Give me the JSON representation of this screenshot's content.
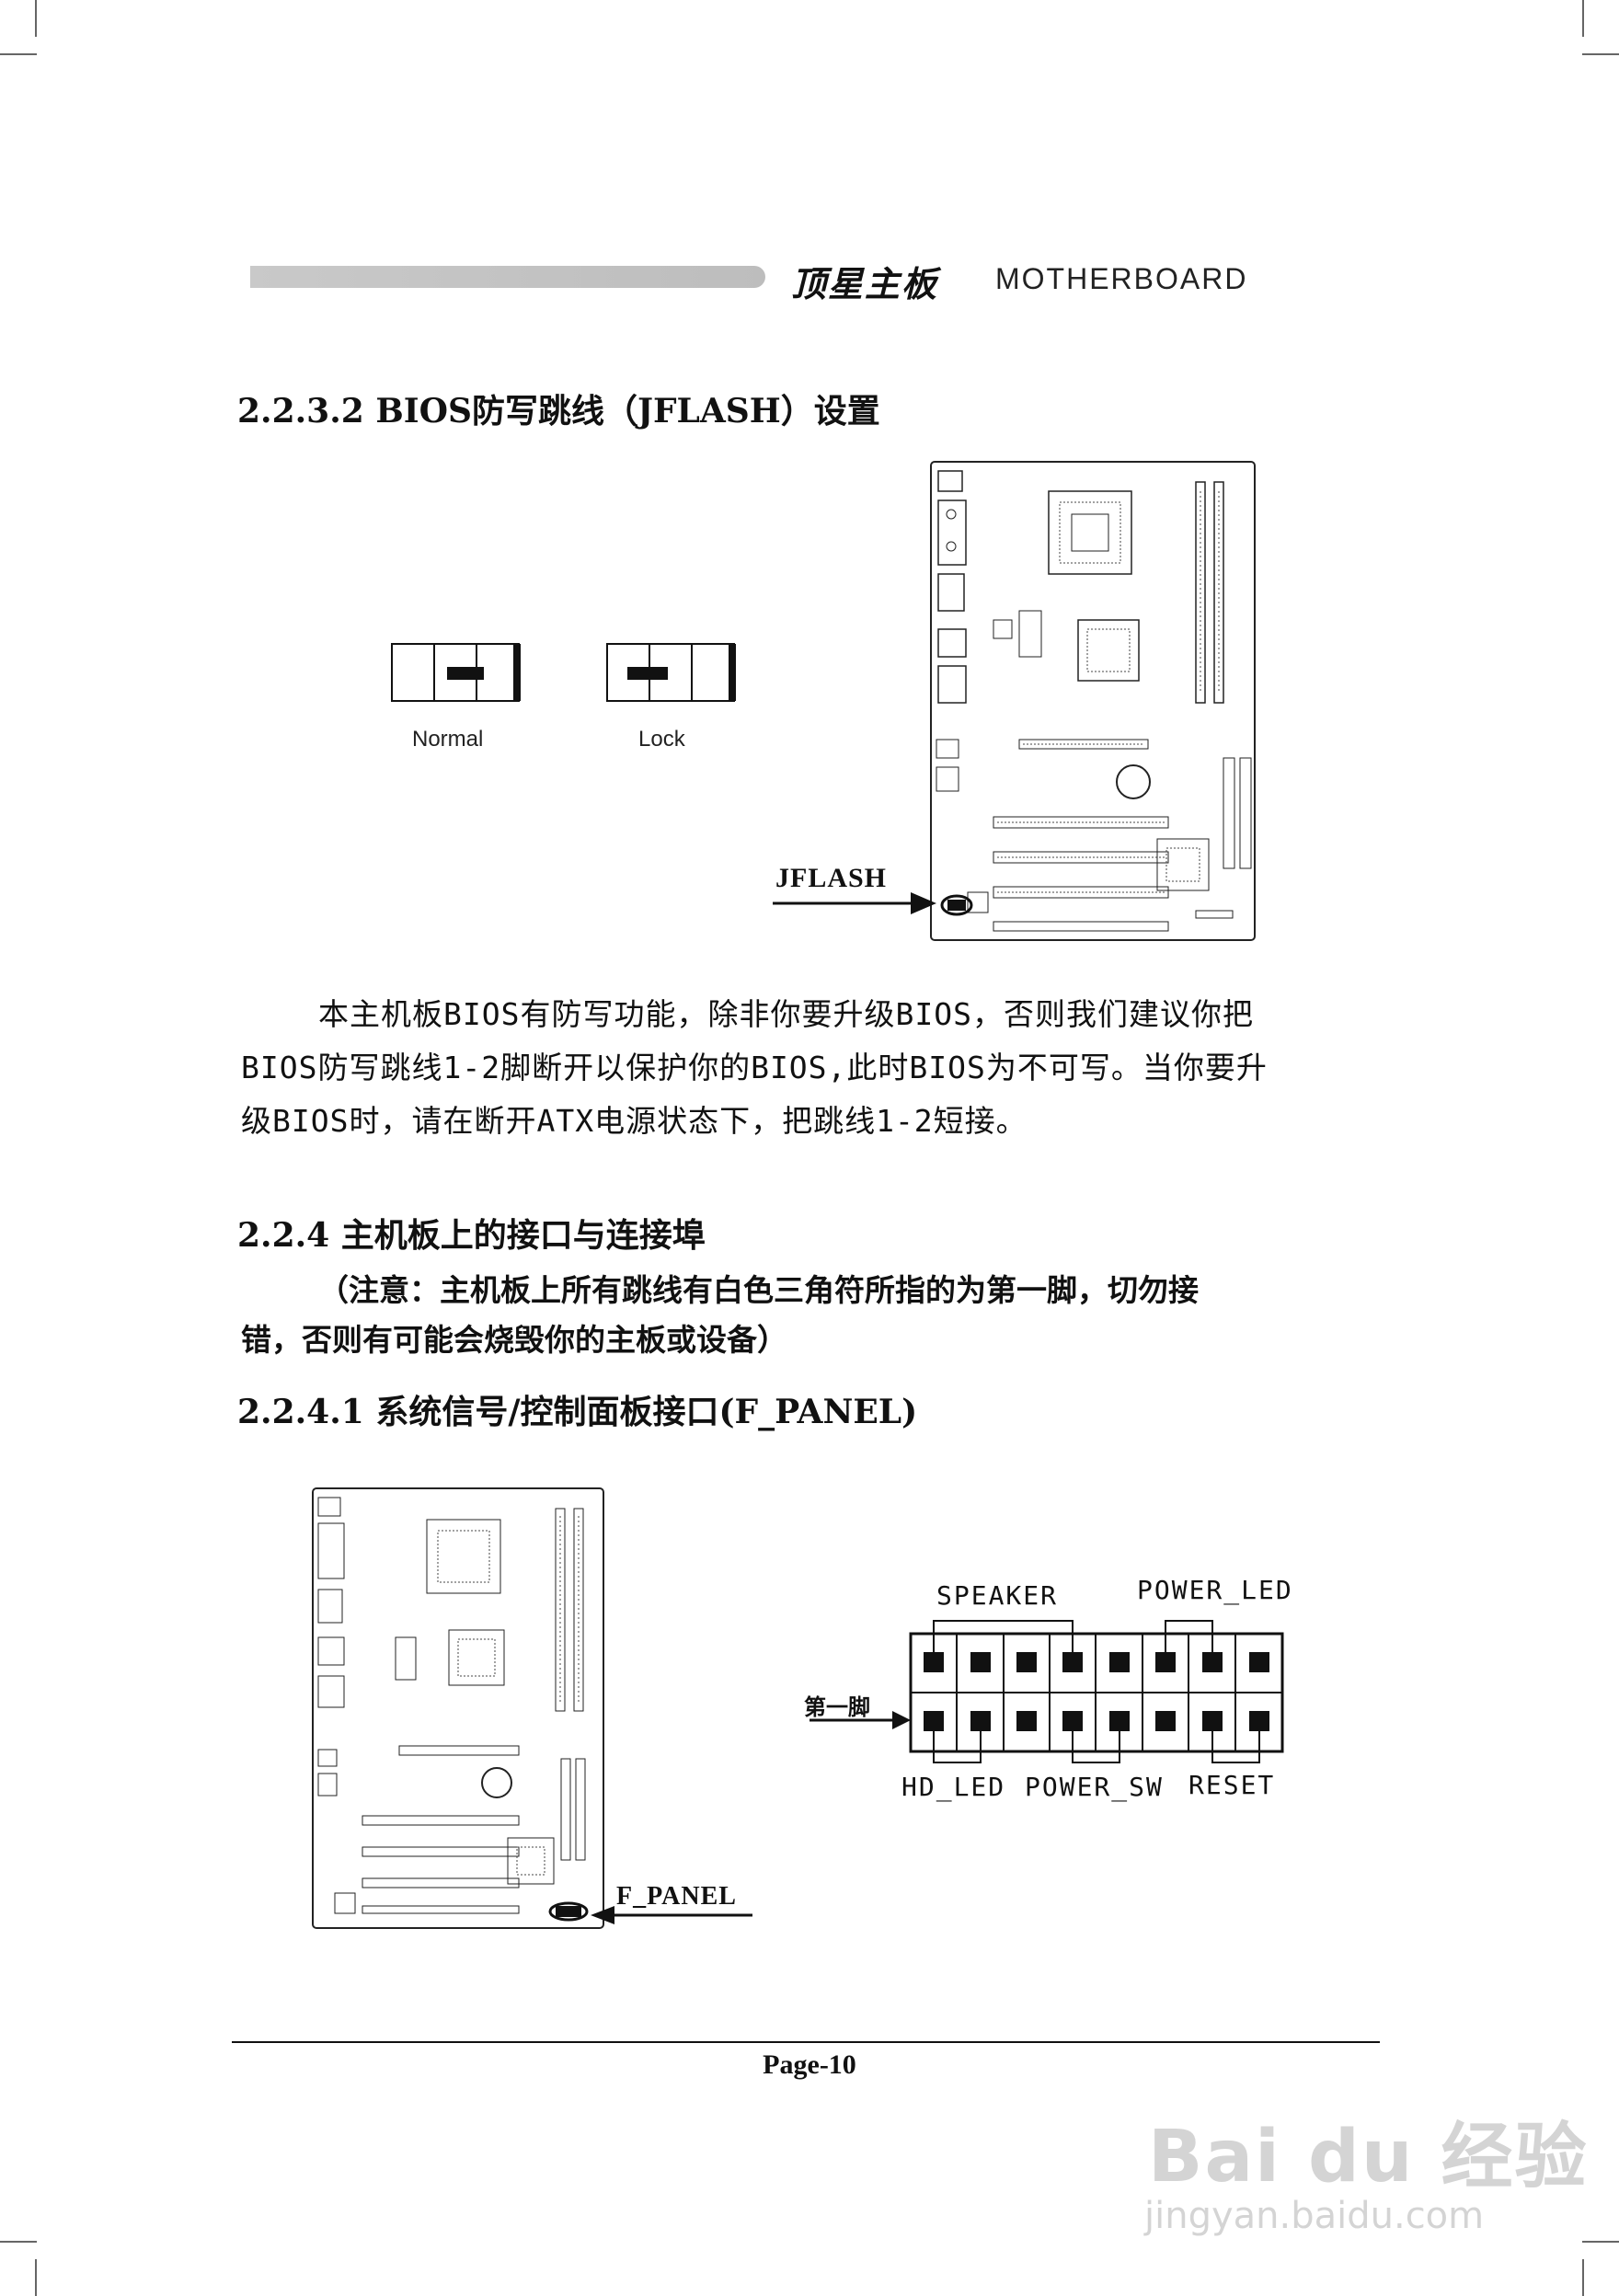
{
  "header": {
    "brand": "顶星主板",
    "brand_en": "MOTHERBOARD"
  },
  "section_jflash": {
    "title": "2.2.3.2  BIOS防写跳线（JFLASH）设置",
    "diagram": {
      "normal_label": "Normal",
      "lock_label": "Lock",
      "callout": "JFLASH"
    },
    "paragraph": [
      "本主机板BIOS有防写功能，除非你要升级BIOS，否则我们建议你把",
      "BIOS防写跳线1-2脚断开以保护你的BIOS,此时BIOS为不可写。当你要升",
      "级BIOS时，请在断开ATX电源状态下，把跳线1-2短接。"
    ]
  },
  "section_connectors": {
    "title": "2.2.4 主机板上的接口与连接埠",
    "note": [
      "（注意：主机板上所有跳线有白色三角符所指的为第一脚，切勿接",
      "错，否则有可能会烧毁你的主板或设备）"
    ],
    "subtitle": "2.2.4.1 系统信号/控制面板接口(F_PANEL)",
    "board_callout": "F_PANEL",
    "pin_labels": {
      "speaker": "SPEAKER",
      "power_led": "POWER_LED",
      "first_pin": "第一脚",
      "hd_led": "HD_LED",
      "power_sw": "POWER_SW",
      "reset": "RESET"
    }
  },
  "footer": {
    "page": "Page-10"
  },
  "watermark": {
    "logo": "Bai du 经验",
    "url": "jingyan.baidu.com"
  }
}
